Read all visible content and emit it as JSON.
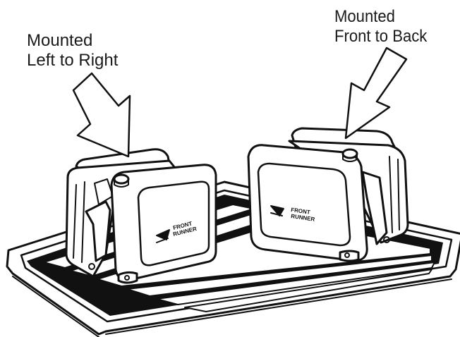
{
  "callouts": {
    "left": {
      "line1": "Mounted",
      "line2": "Left to Right"
    },
    "right": {
      "line1": "Mounted",
      "line2": "Front to Back"
    }
  },
  "box_logo": {
    "line1": "FRONT",
    "line2": "RUNNER"
  },
  "colors": {
    "ink": "#111111",
    "paper": "#ffffff"
  },
  "icons": [
    "arrow-pointer",
    "roof-rack",
    "storage-box"
  ]
}
